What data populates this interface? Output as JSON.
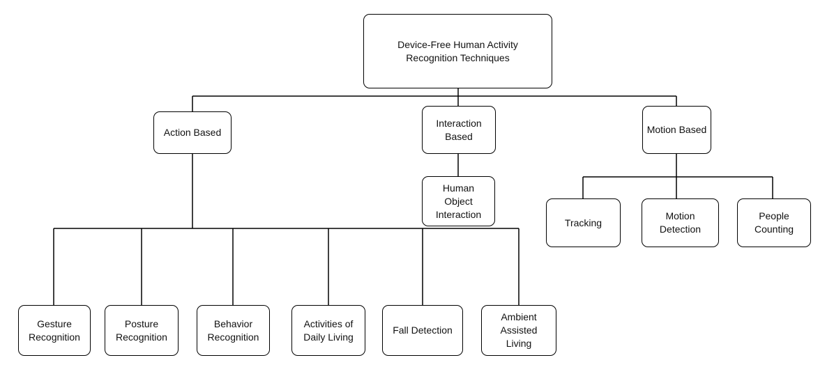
{
  "diagram": {
    "type": "tree",
    "root": {
      "label": "Device-Free Human Activity\nRecognition Techniques"
    },
    "categories": [
      {
        "label": "Action Based",
        "children": [
          "Gesture\nRecognition",
          "Posture\nRecognition",
          "Behavior\nRecognition",
          "Activities of\nDaily Living",
          "Fall Detection",
          "Ambient\nAssisted\nLiving"
        ]
      },
      {
        "label": "Interaction\nBased",
        "children": [
          "Human\nObject\nInteraction"
        ]
      },
      {
        "label": "Motion Based",
        "children": [
          "Tracking",
          "Motion\nDetection",
          "People\nCounting"
        ]
      }
    ],
    "colors": {
      "stroke": "#000000",
      "background": "#ffffff",
      "text": "#111111"
    }
  }
}
